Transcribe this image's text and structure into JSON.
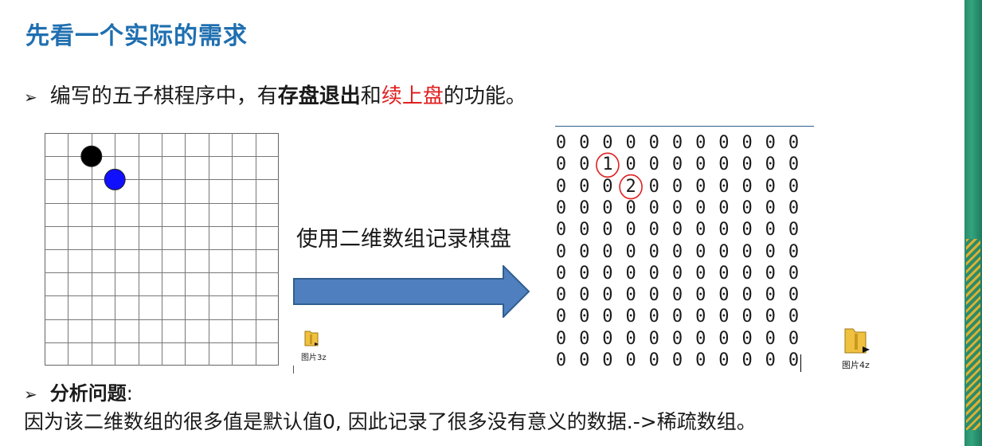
{
  "title": "先看一个实际的需求",
  "bullet1": {
    "prefix": "编写的五子棋程序中，有",
    "bold1": "存盘退出",
    "mid": "和",
    "red": "续上盘",
    "suffix": "的功能。"
  },
  "board": {
    "rows": 10,
    "cols": 10,
    "stones": [
      {
        "row": 1,
        "col": 2,
        "color": "#000000",
        "name": "black-stone"
      },
      {
        "row": 2,
        "col": 3,
        "color": "#1010ff",
        "name": "blue-stone"
      }
    ]
  },
  "record_label": "使用二维数组记录棋盘",
  "matrix": {
    "values": [
      [
        0,
        0,
        0,
        0,
        0,
        0,
        0,
        0,
        0,
        0,
        0
      ],
      [
        0,
        0,
        1,
        0,
        0,
        0,
        0,
        0,
        0,
        0,
        0
      ],
      [
        0,
        0,
        0,
        2,
        0,
        0,
        0,
        0,
        0,
        0,
        0
      ],
      [
        0,
        0,
        0,
        0,
        0,
        0,
        0,
        0,
        0,
        0,
        0
      ],
      [
        0,
        0,
        0,
        0,
        0,
        0,
        0,
        0,
        0,
        0,
        0
      ],
      [
        0,
        0,
        0,
        0,
        0,
        0,
        0,
        0,
        0,
        0,
        0
      ],
      [
        0,
        0,
        0,
        0,
        0,
        0,
        0,
        0,
        0,
        0,
        0
      ],
      [
        0,
        0,
        0,
        0,
        0,
        0,
        0,
        0,
        0,
        0,
        0
      ],
      [
        0,
        0,
        0,
        0,
        0,
        0,
        0,
        0,
        0,
        0,
        0
      ],
      [
        0,
        0,
        0,
        0,
        0,
        0,
        0,
        0,
        0,
        0,
        0
      ],
      [
        0,
        0,
        0,
        0,
        0,
        0,
        0,
        0,
        0,
        0,
        0
      ]
    ],
    "circled": [
      {
        "row": 1,
        "col": 2
      },
      {
        "row": 2,
        "col": 3
      }
    ],
    "circle_color": "#e02020"
  },
  "file_icon_1": {
    "label": "图片3z"
  },
  "file_icon_2": {
    "label": "图片4z"
  },
  "bullet2": {
    "bold": "分析问题",
    "suffix": ":"
  },
  "bullet3": "因为该二维数组的很多值是默认值0, 因此记录了很多没有意义的数据.->稀疏数组。",
  "colors": {
    "title": "#1f6fb0",
    "arrow_fill": "#4f7fbf",
    "arrow_stroke": "#2f5f8f"
  }
}
